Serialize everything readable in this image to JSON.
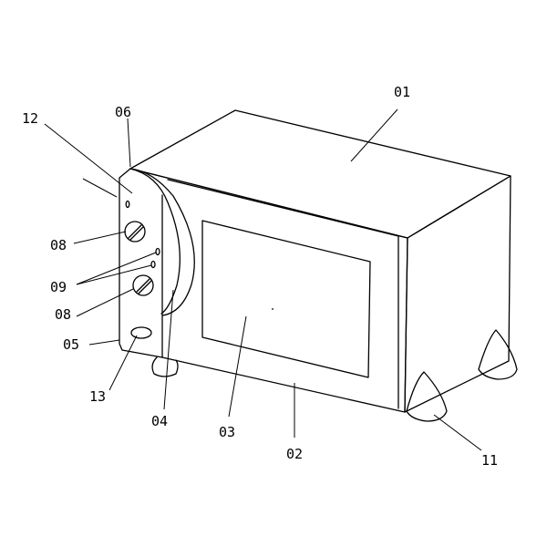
{
  "diagram": {
    "labels": {
      "l01": "01",
      "l02": "02",
      "l03": "03",
      "l04": "04",
      "l05": "05",
      "l06": "06",
      "l08a": "08",
      "l08b": "08",
      "l09": "09",
      "l11": "11",
      "l12": "12",
      "l13": "13"
    }
  }
}
